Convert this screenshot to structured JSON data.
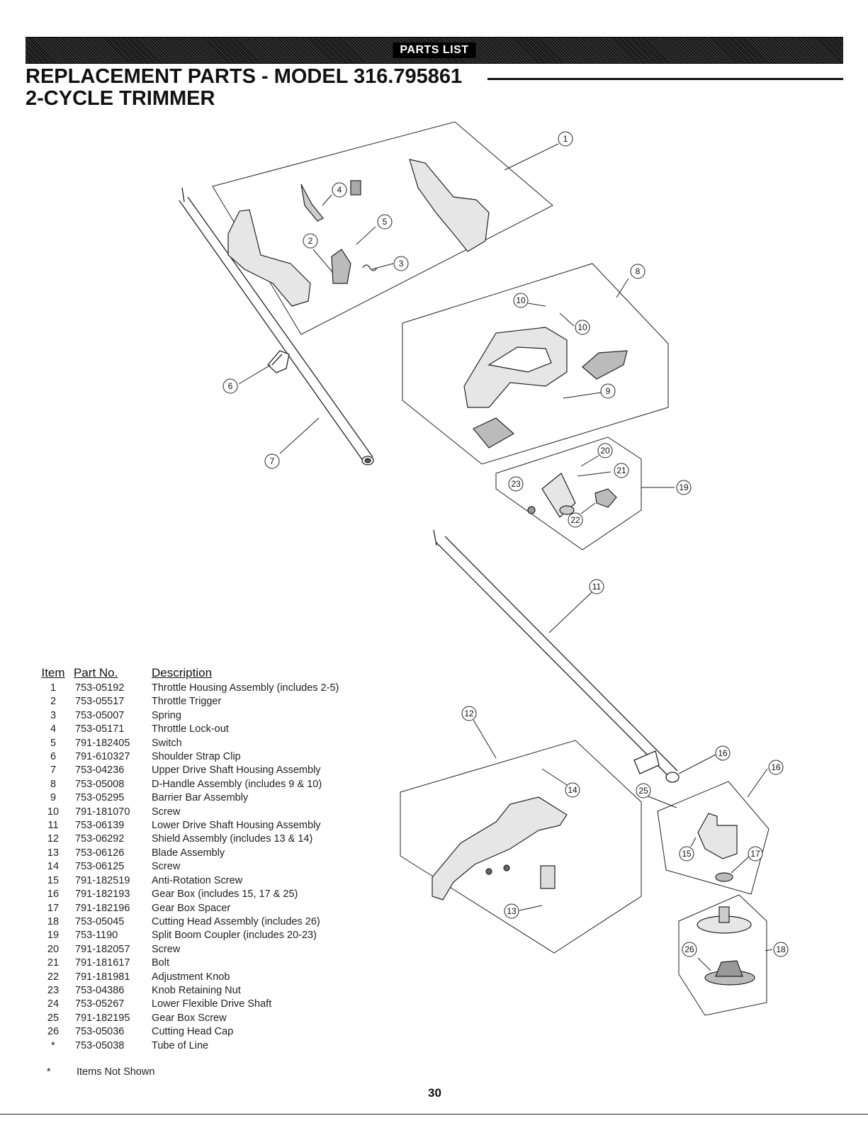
{
  "header": {
    "banner": "PARTS LIST",
    "title_line1": "REPLACEMENT PARTS - MODEL 316.795861",
    "title_line2": "2-CYCLE TRIMMER"
  },
  "diagram": {
    "callouts": [
      "1",
      "2",
      "3",
      "4",
      "5",
      "6",
      "7",
      "8",
      "9",
      "10",
      "10",
      "11",
      "12",
      "13",
      "14",
      "15",
      "16",
      "16",
      "17",
      "18",
      "19",
      "20",
      "21",
      "22",
      "23",
      "25",
      "26"
    ]
  },
  "parts_table": {
    "headers": {
      "item": "Item",
      "part_no": "Part No.",
      "description": "Description"
    },
    "rows": [
      {
        "item": "1",
        "part_no": "753-05192",
        "description": "Throttle Housing Assembly (includes 2-5)"
      },
      {
        "item": "2",
        "part_no": "753-05517",
        "description": "Throttle Trigger"
      },
      {
        "item": "3",
        "part_no": "753-05007",
        "description": "Spring"
      },
      {
        "item": "4",
        "part_no": "753-05171",
        "description": "Throttle Lock-out"
      },
      {
        "item": "5",
        "part_no": "791-182405",
        "description": "Switch"
      },
      {
        "item": "6",
        "part_no": "791-610327",
        "description": "Shoulder Strap Clip"
      },
      {
        "item": "7",
        "part_no": "753-04236",
        "description": "Upper Drive Shaft Housing Assembly"
      },
      {
        "item": "8",
        "part_no": "753-05008",
        "description": "D-Handle Assembly (includes 9 & 10)"
      },
      {
        "item": "9",
        "part_no": "753-05295",
        "description": "Barrier Bar Assembly"
      },
      {
        "item": "10",
        "part_no": "791-181070",
        "description": "Screw"
      },
      {
        "item": "11",
        "part_no": "753-06139",
        "description": "Lower Drive Shaft Housing Assembly"
      },
      {
        "item": "12",
        "part_no": "753-06292",
        "description": "Shield Assembly (includes 13 & 14)"
      },
      {
        "item": "13",
        "part_no": "753-06126",
        "description": "Blade Assembly"
      },
      {
        "item": "14",
        "part_no": "753-06125",
        "description": "Screw"
      },
      {
        "item": "15",
        "part_no": "791-182519",
        "description": "Anti-Rotation Screw"
      },
      {
        "item": "16",
        "part_no": "791-182193",
        "description": "Gear Box (includes 15, 17 & 25)"
      },
      {
        "item": "17",
        "part_no": "791-182196",
        "description": "Gear Box Spacer"
      },
      {
        "item": "18",
        "part_no": "753-05045",
        "description": "Cutting Head Assembly (includes 26)"
      },
      {
        "item": "19",
        "part_no": "753-1190",
        "description": "Split Boom Coupler (includes 20-23)"
      },
      {
        "item": "20",
        "part_no": "791-182057",
        "description": "Screw"
      },
      {
        "item": "21",
        "part_no": "791-181617",
        "description": "Bolt"
      },
      {
        "item": "22",
        "part_no": "791-181981",
        "description": "Adjustment Knob"
      },
      {
        "item": "23",
        "part_no": "753-04386",
        "description": "Knob Retaining Nut"
      },
      {
        "item": "24",
        "part_no": "753-05267",
        "description": "Lower Flexible Drive Shaft"
      },
      {
        "item": "25",
        "part_no": "791-182195",
        "description": "Gear Box Screw"
      },
      {
        "item": "26",
        "part_no": "753-05036",
        "description": "Cutting Head Cap"
      },
      {
        "item": "*",
        "part_no": "753-05038",
        "description": "Tube of Line"
      }
    ]
  },
  "footnote": {
    "mark": "*",
    "text": "Items Not Shown"
  },
  "page_number": "30"
}
